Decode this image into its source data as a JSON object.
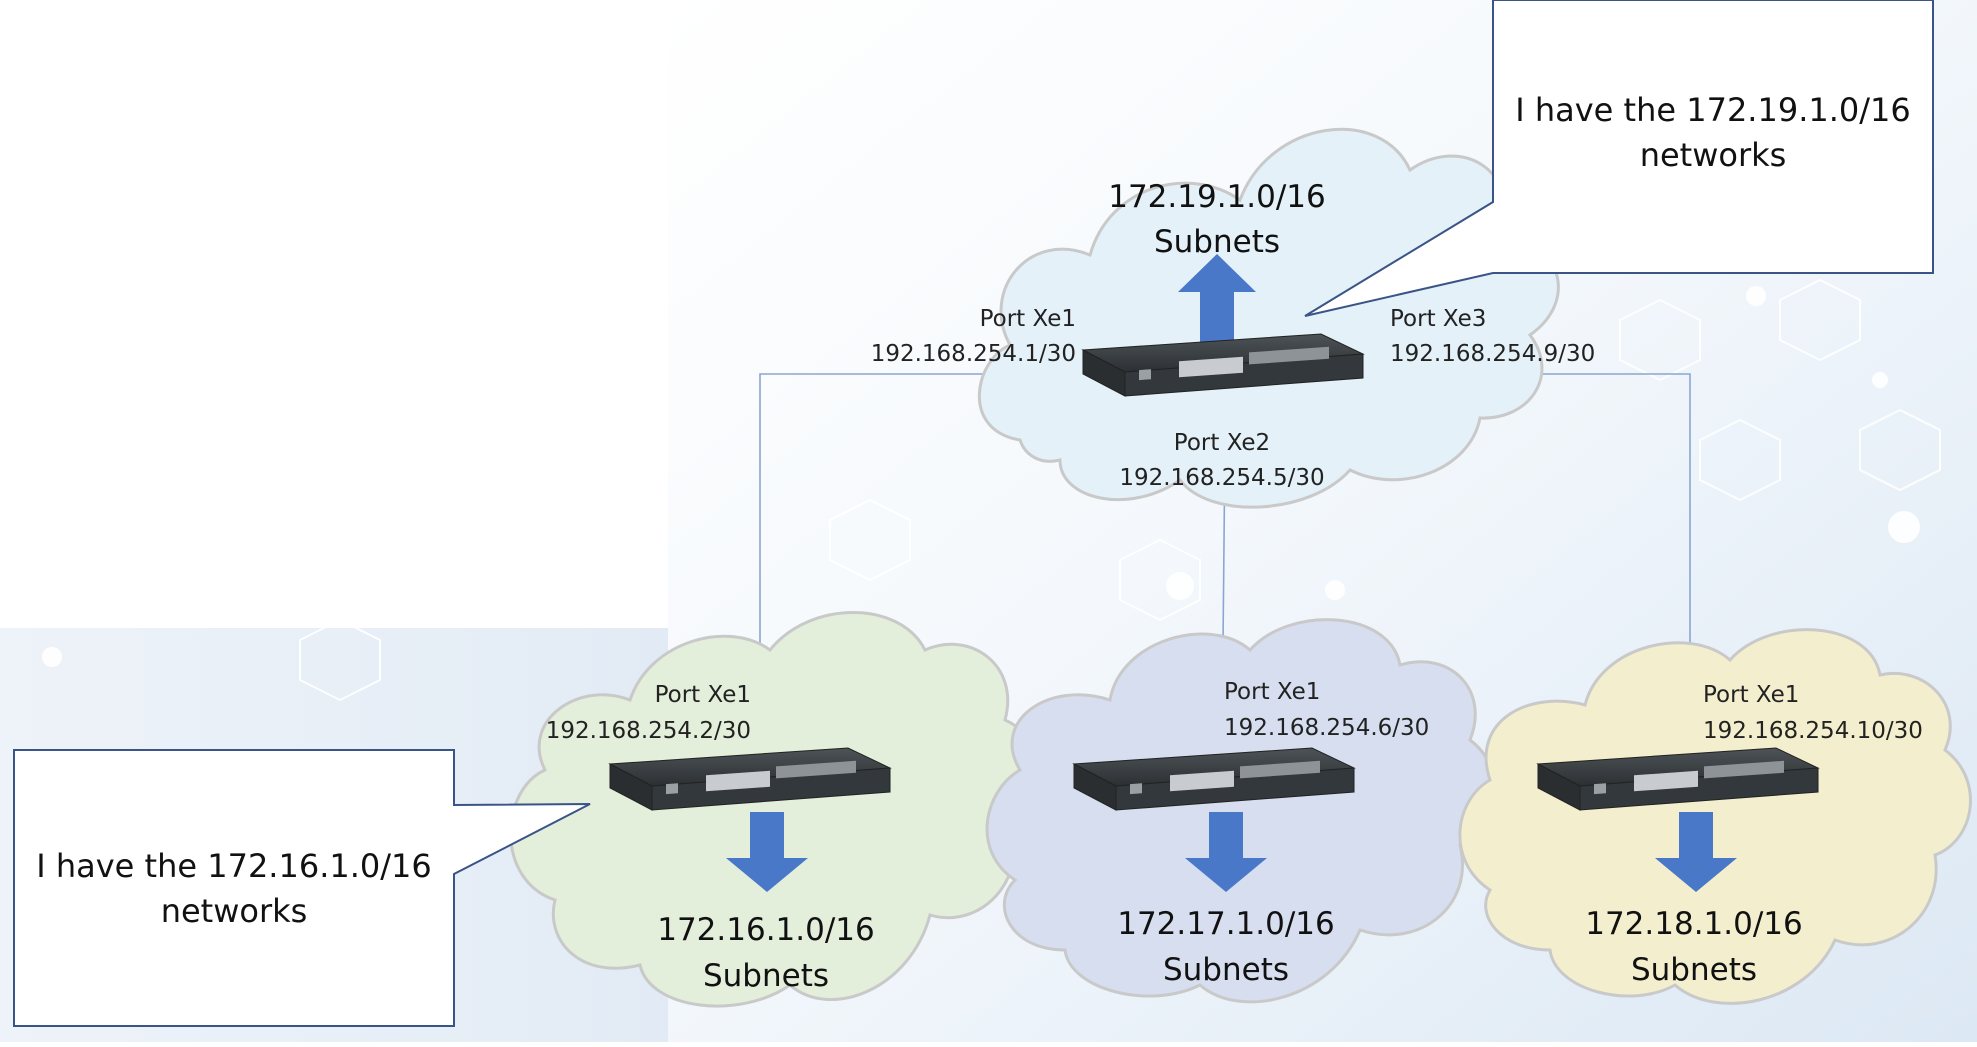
{
  "top_router": {
    "subnet": "172.19.1.0/16",
    "subnet_word": "Subnets",
    "ports": [
      {
        "name": "Port Xe1",
        "ip": "192.168.254.1/30"
      },
      {
        "name": "Port Xe2",
        "ip": "192.168.254.5/30"
      },
      {
        "name": "Port Xe3",
        "ip": "192.168.254.9/30"
      }
    ]
  },
  "bottom_routers": [
    {
      "port": "Port Xe1",
      "ip": "192.168.254.2/30",
      "subnet": "172.16.1.0/16",
      "subnet_word": "Subnets"
    },
    {
      "port": "Port Xe1",
      "ip": "192.168.254.6/30",
      "subnet": "172.17.1.0/16",
      "subnet_word": "Subnets"
    },
    {
      "port": "Port Xe1",
      "ip": "192.168.254.10/30",
      "subnet": "172.18.1.0/16",
      "subnet_word": "Subnets"
    }
  ],
  "callouts": {
    "top": {
      "line1": "I have the 172.19.1.0/16",
      "line2": "networks"
    },
    "bottom": {
      "line1": "I have the 172.16.1.0/16",
      "line2": "networks"
    }
  },
  "colors": {
    "cloud_top": "#e4f1f8",
    "cloud_green": "#e3eedb",
    "cloud_blue": "#d6deef",
    "cloud_yellow": "#f3efce",
    "cloud_stroke": "#c9c9c9",
    "arrow": "#4a78c9",
    "link_line": "#8aa6d2",
    "switch_body": "#3b4044"
  }
}
